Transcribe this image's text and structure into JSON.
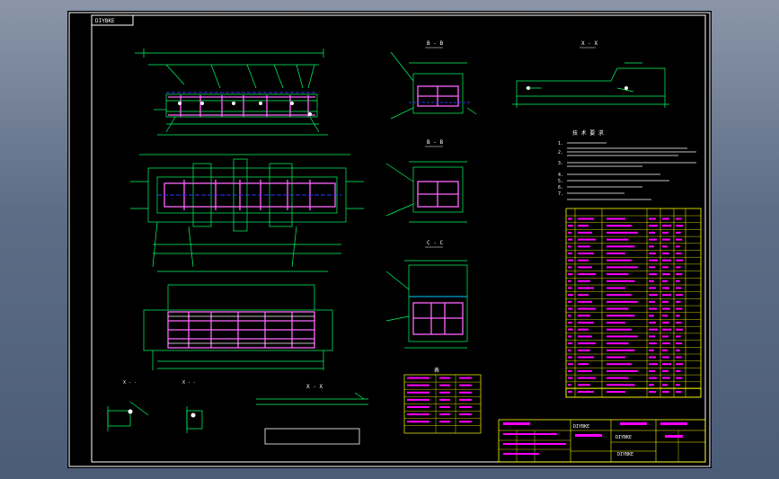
{
  "drawing": {
    "stamp": "DIYBKE",
    "views": {
      "section_b": "B - B",
      "section_a": "B - B",
      "section_c": "C - C",
      "view_x_top": "X - X",
      "view_x_bottom": "X - X",
      "detail_a": "X - -",
      "detail_b": "X - -"
    },
    "notes_title": "技 术 要 求",
    "notes": [
      "1.",
      "2.",
      "3.",
      "4.",
      "5.",
      "6.",
      "7."
    ],
    "table_title": "表",
    "title_block": {
      "line1": "DIYBKE",
      "line2": "DIYBKE",
      "code": "DIYBKE"
    }
  },
  "colors": {
    "canvas": "#000000",
    "frame": "#ffffff",
    "geometry": "#00ff66",
    "table_lines": "#ffff00",
    "table_text": "#ff00ff",
    "steel": "#ff66ff",
    "center_line": "#ff3333",
    "hidden_line": "#3333ff",
    "desktop_bg": "#5d6d86"
  }
}
